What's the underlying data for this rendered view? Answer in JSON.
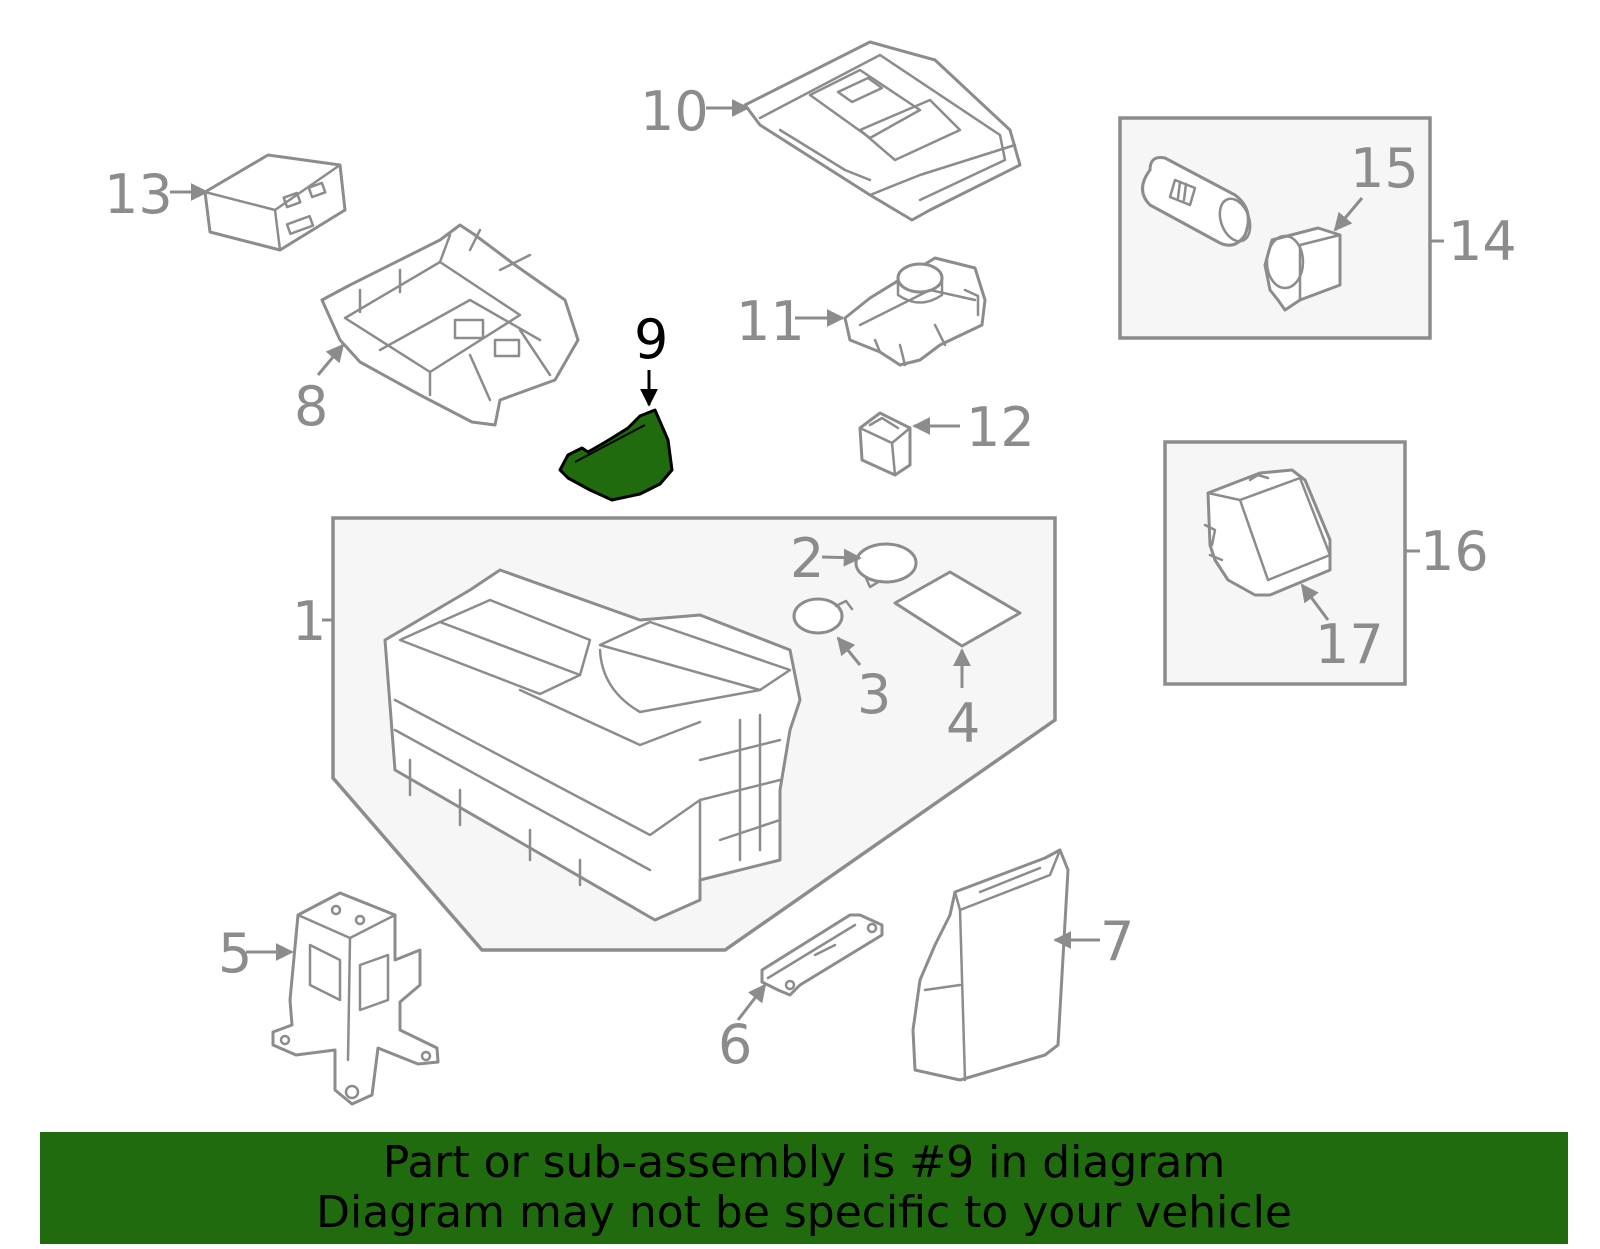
{
  "colors": {
    "highlight": "#1f6b0e",
    "line": "#8c8c8c",
    "banner_bg": "#1f6b0e",
    "banner_text": "#000000",
    "frame_fill": "#f6f6f6"
  },
  "callouts": {
    "c1": "1",
    "c2": "2",
    "c3": "3",
    "c4": "4",
    "c5": "5",
    "c6": "6",
    "c7": "7",
    "c8": "8",
    "c9": "9",
    "c10": "10",
    "c11": "11",
    "c12": "12",
    "c13": "13",
    "c14": "14",
    "c15": "15",
    "c16": "16",
    "c17": "17"
  },
  "highlighted_part": "9",
  "banner": {
    "line1": "Part or sub-assembly is #9 in diagram",
    "line2": "Diagram may not be specific to your vehicle"
  }
}
